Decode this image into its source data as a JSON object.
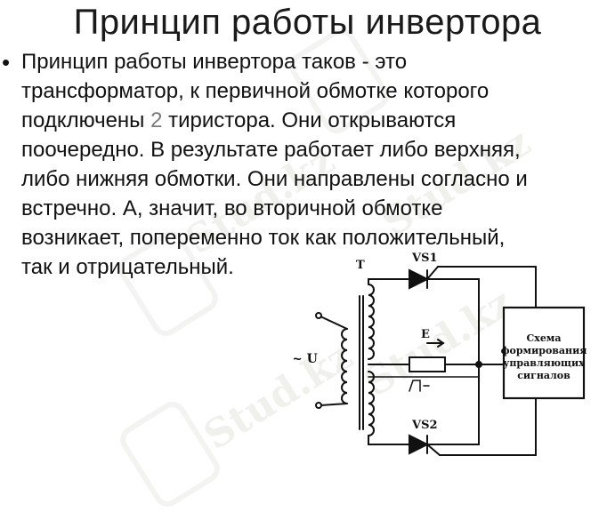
{
  "slide": {
    "title": "Принцип работы инвертора",
    "bullet_symbol": "•",
    "text_lines": [
      [
        "Принцип работы инвертора таков - это"
      ],
      [
        "трансформатор, к первичной обмотке которого"
      ],
      [
        "подключены ",
        "2",
        " тиристора. Они открываются"
      ],
      [
        "поочередно. В результате работает либо верхняя,"
      ],
      [
        "либо нижняя обмотки. Они направлены согласно и"
      ],
      [
        "встречно. А, значит, во вторичной обмотке"
      ],
      [
        "возникает, попеременно ток как положительный,"
      ],
      [
        "так и отрицательный."
      ]
    ],
    "highlight_color": "#7a7a7a"
  },
  "circuit": {
    "label_transformer": "T",
    "label_thyristor_top": "VS1",
    "label_thyristor_bottom": "VS2",
    "label_source": "E",
    "label_voltage": "~ U",
    "block_lines": [
      "Схема",
      "формирования",
      "управляющих",
      "сигналов"
    ]
  },
  "watermark": {
    "text": "Stud.kz"
  }
}
